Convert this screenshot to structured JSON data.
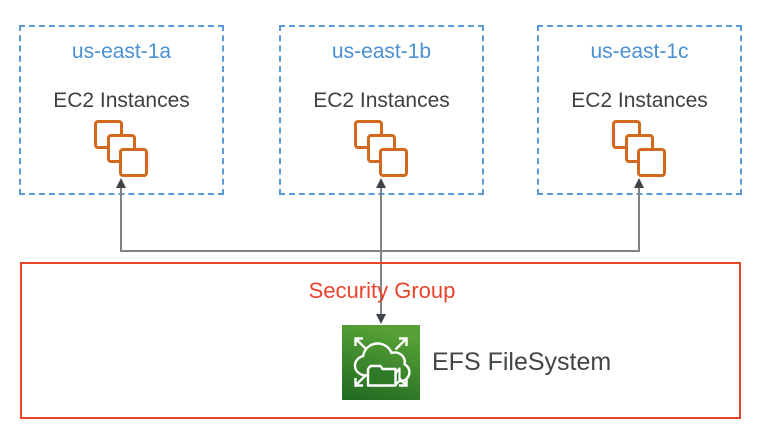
{
  "diagram": {
    "zones": [
      {
        "name": "us-east-1a",
        "instances_label": "EC2 Instances",
        "icon": "ec2-instances-stack-icon"
      },
      {
        "name": "us-east-1b",
        "instances_label": "EC2 Instances",
        "icon": "ec2-instances-stack-icon"
      },
      {
        "name": "us-east-1c",
        "instances_label": "EC2 Instances",
        "icon": "ec2-instances-stack-icon"
      }
    ],
    "security_group": {
      "label": "Security Group"
    },
    "efs": {
      "label": "EFS FileSystem",
      "icon": "efs-cloud-folder-arrows-icon"
    },
    "connectors": {
      "description": "arrows from EFS security group up to EC2 instances in each zone",
      "arrow_color": "#3f4448",
      "line_color": "#828282"
    },
    "colors": {
      "az_border_blue": "#5b9bd5",
      "az_title_blue": "#4a90d2",
      "text_dark": "#404040",
      "ec2_orange": "#d2691e",
      "security_red": "#e8432b",
      "efs_green_light": "#56a035",
      "efs_green_dark": "#1e6921"
    }
  }
}
